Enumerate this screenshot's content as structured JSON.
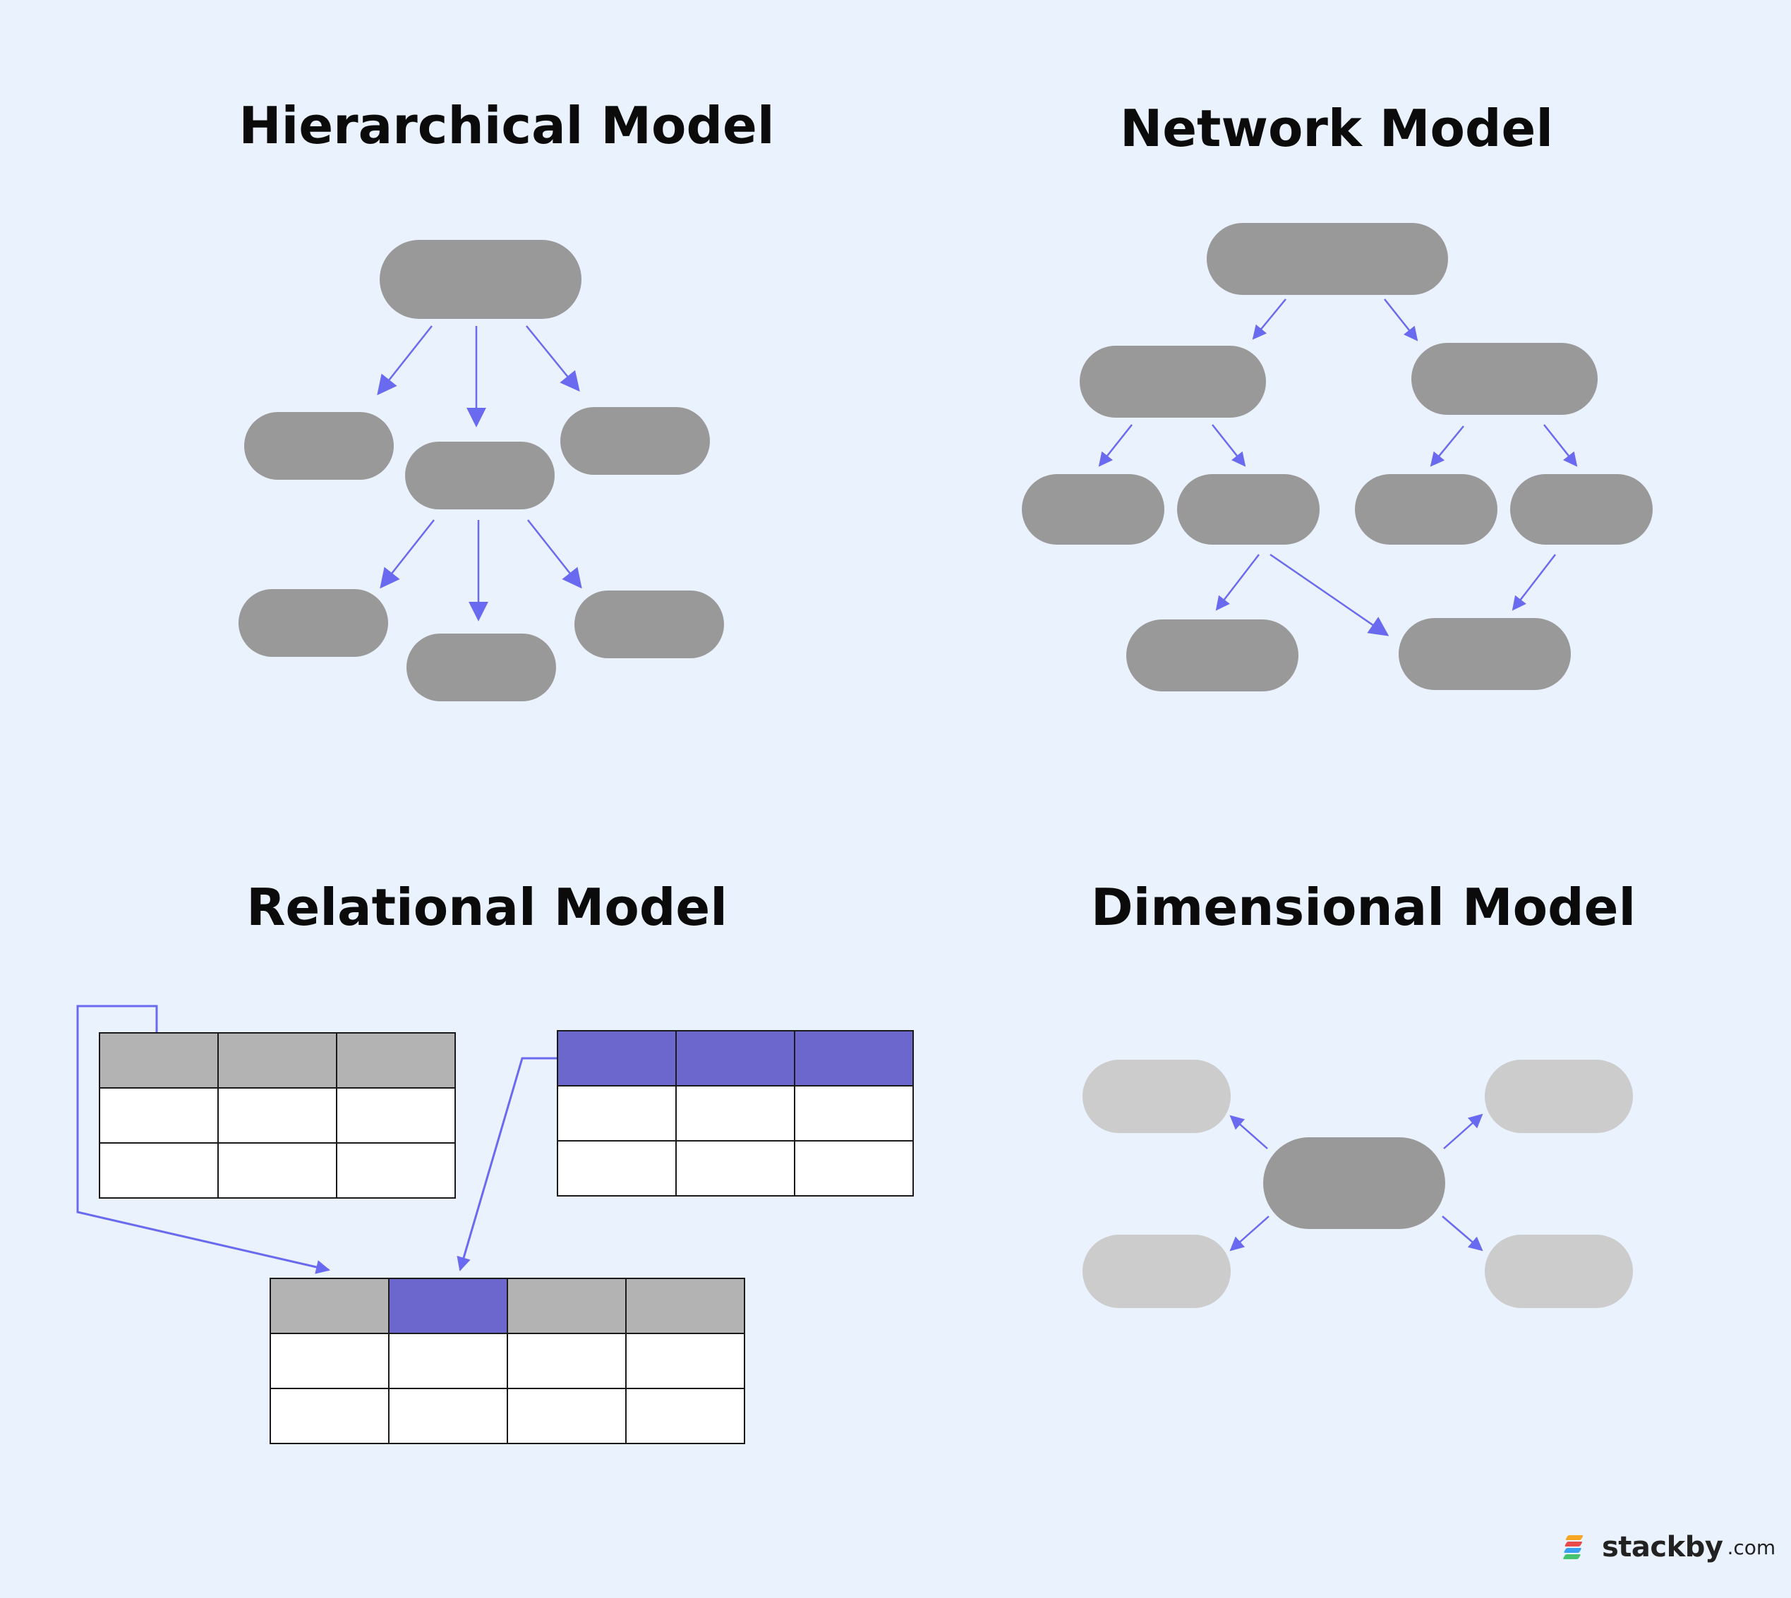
{
  "titles": {
    "hierarchical": "Hierarchical Model",
    "network": "Network Model",
    "relational": "Relational Model",
    "dimensional": "Dimensional Model"
  },
  "brand": {
    "name": "stackby",
    "tld": ".com",
    "logo_colors": [
      "#f6a623",
      "#e94b4b",
      "#3aa0f2",
      "#46c36f"
    ]
  },
  "colors": {
    "background": "#eaf2fd",
    "node": "#999999",
    "node_light": "#cccccc",
    "edge": "#6a6af0",
    "table_header_gray": "#b3b3b3",
    "table_header_purple": "#6b67cc"
  }
}
